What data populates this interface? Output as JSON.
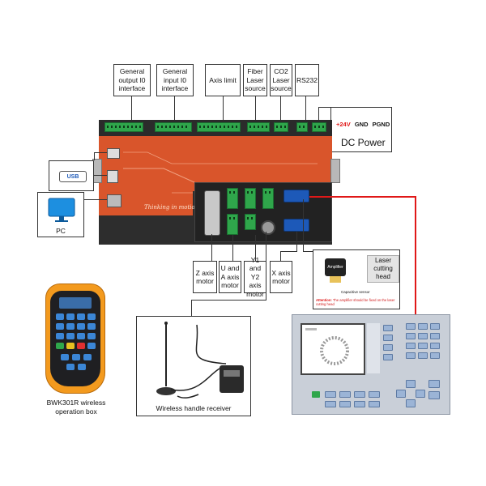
{
  "labels": {
    "general_output": "General output I0 interface",
    "general_input": "General input I0 interface",
    "axis_limit": "Axis limit",
    "fiber_laser": "Fiber Laser source",
    "co2_laser": "CO2 Laser source",
    "rs232": "RS232",
    "dc_plus24": "+24V",
    "dc_gnd": "GND",
    "dc_pgnd": "PGND",
    "dc_power": "DC Power",
    "usb": "USB",
    "pc": "PC",
    "z_axis": "Z axis motor",
    "u_a_axis": "U and A axis motor",
    "y_axis": "Y1 and Y2 axis motor",
    "x_axis": "X axis motor",
    "laser_head": "Laser cutting head",
    "amplifier": "Amplifier",
    "capacitive_sensor": "Capacitive sensor",
    "attention": "Attention:",
    "attention_text": "The amplifier should be fixed on the laser cutting head",
    "wireless_receiver": "Wireless handle receiver",
    "remote_caption": "BWK301R wireless operation box",
    "slogan": "Thinking in motion"
  },
  "colors": {
    "controller_orange": "#d9552b",
    "controller_dark": "#2b2b2b",
    "terminal_green": "#2fa64b",
    "port_blue": "#1d59b8",
    "wire_red": "#e01818",
    "remote_orange": "#f39a1e",
    "panel_gray": "#c9cfd8"
  },
  "icons": [
    "usb-icon",
    "monitor-icon",
    "antenna-icon",
    "remote-control-icon"
  ]
}
